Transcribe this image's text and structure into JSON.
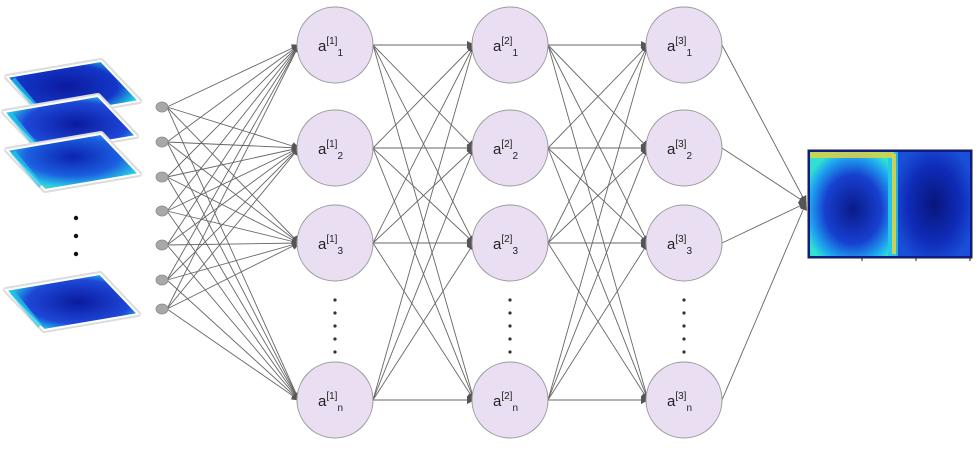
{
  "layers": [
    {
      "id": "layer-1",
      "index": "1",
      "visible_nodes": [
        {
          "sup": "[1]",
          "sub": "1"
        },
        {
          "sup": "[1]",
          "sub": "2"
        },
        {
          "sup": "[1]",
          "sub": "3"
        },
        {
          "sup": "[1]",
          "sub": "n"
        }
      ]
    },
    {
      "id": "layer-2",
      "index": "2",
      "visible_nodes": [
        {
          "sup": "[2]",
          "sub": "1"
        },
        {
          "sup": "[2]",
          "sub": "2"
        },
        {
          "sup": "[2]",
          "sub": "3"
        },
        {
          "sup": "[2]",
          "sub": "n"
        }
      ]
    },
    {
      "id": "layer-3",
      "index": "3",
      "visible_nodes": [
        {
          "sup": "[3]",
          "sub": "1"
        },
        {
          "sup": "[3]",
          "sub": "2"
        },
        {
          "sup": "[3]",
          "sub": "3"
        },
        {
          "sup": "[3]",
          "sub": "n"
        }
      ]
    }
  ],
  "node_label_base": "a",
  "input_node_count": 7,
  "input_heatmap_count": 4,
  "colors": {
    "node_fill": "#eadff2",
    "node_stroke": "#9a9a9a",
    "edge": "#666666",
    "input_node_fill": "#a8a8a8",
    "heatmap_low": "#0a1a9e",
    "heatmap_mid": "#22c9e8",
    "heatmap_high": "#e8d23a"
  }
}
